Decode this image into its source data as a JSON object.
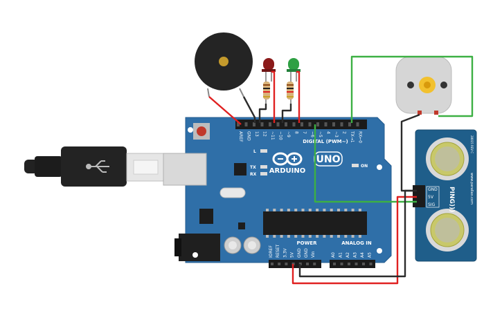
{
  "board": {
    "header_digital": "DIGITAL (PWM~)",
    "header_power": "POWER",
    "header_analog": "ANALOG IN",
    "brand": "ARDUINO",
    "model": "UNO",
    "led_on": "ON",
    "led_l": "L",
    "led_tx": "TX",
    "led_rx": "RX",
    "digital_pins": [
      "AREF",
      "GND",
      "13",
      "12",
      "~11",
      "~10",
      "~9",
      "8",
      "7",
      "~6",
      "~5",
      "4",
      "~3",
      "2",
      "TX→1",
      "RX←0"
    ],
    "power_pins": [
      "IOREF",
      "RESET",
      "3.3V",
      "5V",
      "GND",
      "GND",
      "Vin"
    ],
    "analog_pins": [
      "A0",
      "A1",
      "A2",
      "A3",
      "A4",
      "A5"
    ]
  },
  "sensor": {
    "brand": "PING)))",
    "site": "www.parallax.com",
    "rev": "28015 REV C",
    "pin_gnd": "GND",
    "pin_5v": "5V",
    "pin_sig": "SIG"
  },
  "colors": {
    "board": "#2f6fa8",
    "wire_red": "#e02020",
    "wire_black": "#2b2b2b",
    "wire_green": "#3cb043",
    "led_red": "#8b1a1a",
    "led_green": "#2ea043"
  }
}
